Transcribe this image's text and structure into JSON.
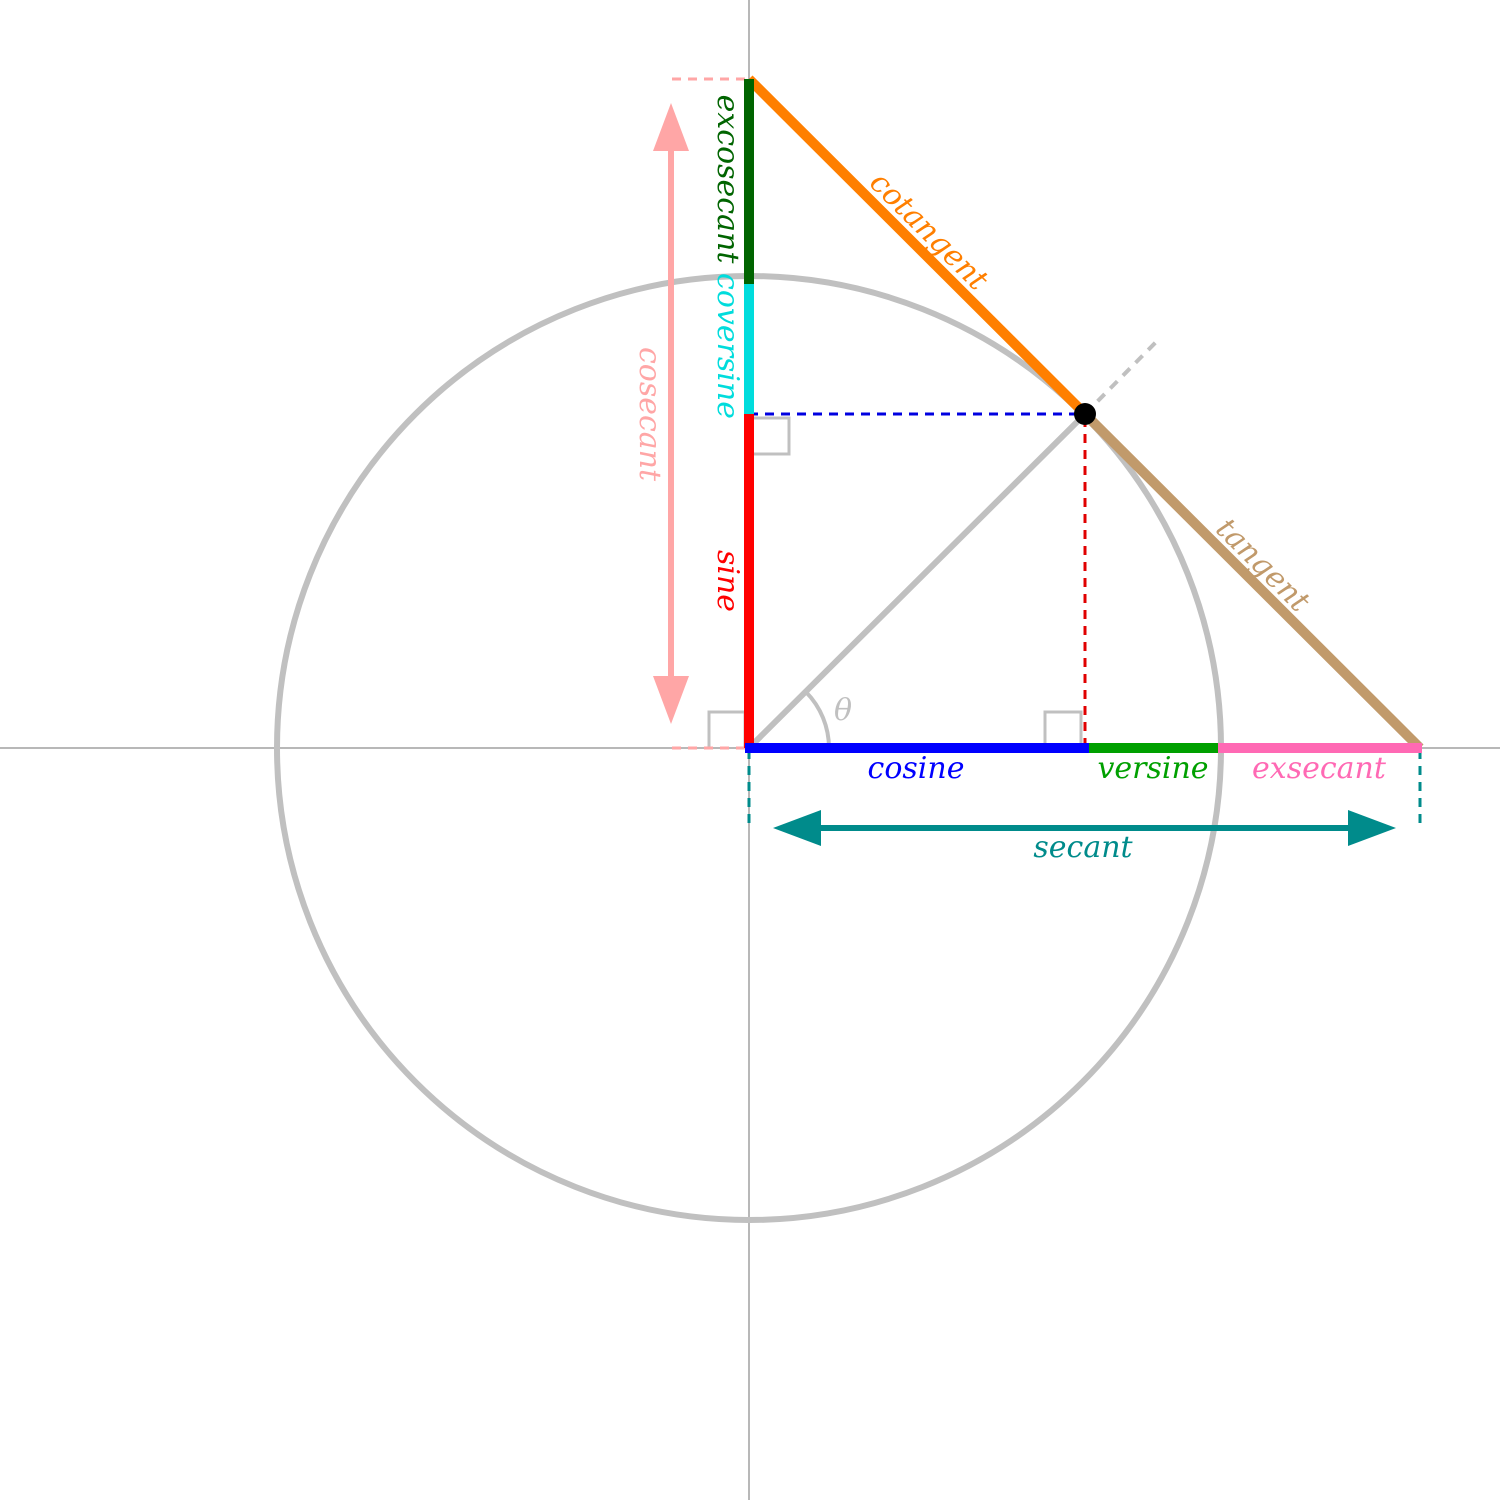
{
  "labels": {
    "theta": "θ",
    "sine": "sine",
    "cosine": "cosine",
    "tangent": "tangent",
    "cotangent": "cotangent",
    "secant": "secant",
    "cosecant": "cosecant",
    "versine": "versine",
    "coversine": "coversine",
    "exsecant": "exsecant",
    "excosecant": "excosecant"
  },
  "colors": {
    "circle": "#c0c0c0",
    "axis": "#707070",
    "radius": "#c0c0c0",
    "sine": "#ff0000",
    "cosine": "#0000ff",
    "tangent": "#c19a6b",
    "cotangent": "#ff7f00",
    "secant": "#008b8b",
    "cosecant": "#ffa6a6",
    "versine": "#00a000",
    "coversine": "#00dcdc",
    "exsecant": "#ff69b4",
    "excosecant": "#006400",
    "point": "#000000"
  }
}
